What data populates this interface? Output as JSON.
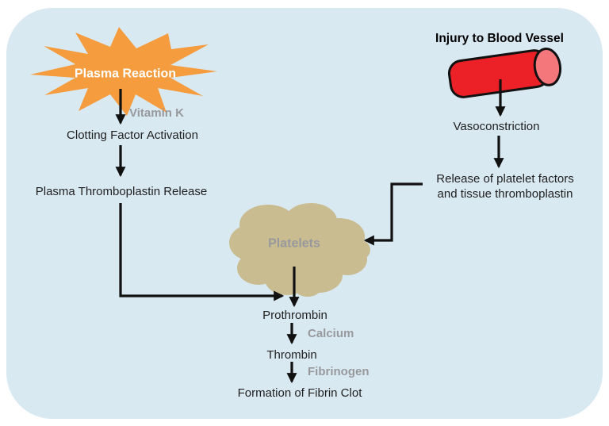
{
  "colors": {
    "panel_background": "#d9e9f2",
    "burst_fill": "#f59c3e",
    "cloud_fill": "#c9bc90",
    "vessel_body": "#ec2027",
    "vessel_cap": "#f4777c",
    "arrow": "#111111",
    "text_dark": "#1f1f1f",
    "text_gray": "#97999c",
    "text_white": "#ffffff"
  },
  "intrinsic_pathway": {
    "source_label": "Plasma Reaction",
    "cofactor": "Vitamin K",
    "step1": "Clotting Factor Activation",
    "step2": "Plasma Thromboplastin Release"
  },
  "extrinsic_pathway": {
    "title": "Injury to Blood Vessel",
    "step1": "Vasoconstriction",
    "step2_line1": "Release of platelet factors",
    "step2_line2": "and tissue thromboplastin"
  },
  "common_pathway": {
    "cloud_label": "Platelets",
    "step1": "Prothrombin",
    "cofactor1": "Calcium",
    "step2": "Thrombin",
    "cofactor2": "Fibrinogen",
    "step3": "Formation of Fibrin Clot"
  }
}
